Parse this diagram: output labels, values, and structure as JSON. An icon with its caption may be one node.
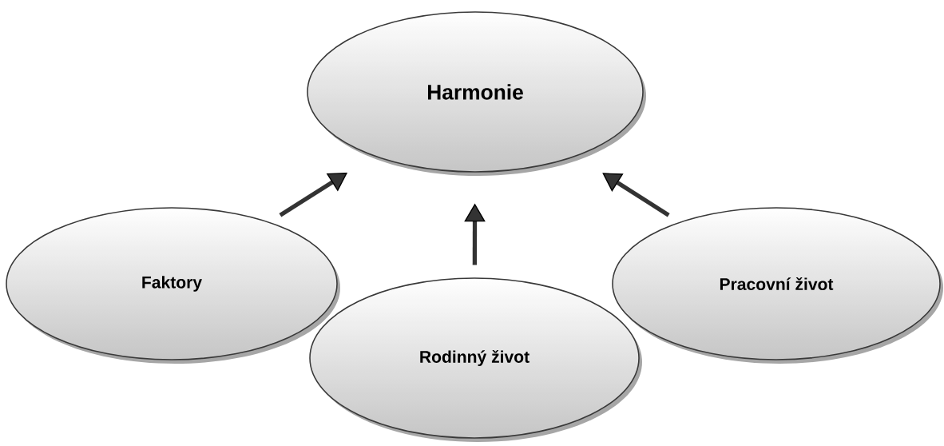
{
  "diagram": {
    "nodes": [
      {
        "text": [
          "Harmonie"
        ]
      },
      {
        "text": [
          "Faktory"
        ]
      },
      {
        "text": [
          "Rodinný život"
        ]
      },
      {
        "text": [
          "Pracovní život"
        ]
      }
    ],
    "edges": [
      {
        "from": 1,
        "to": 0,
        "arrow": "to"
      },
      {
        "from": 2,
        "to": 0,
        "arrow": "to"
      },
      {
        "from": 3,
        "to": 0,
        "arrow": "to"
      }
    ]
  }
}
